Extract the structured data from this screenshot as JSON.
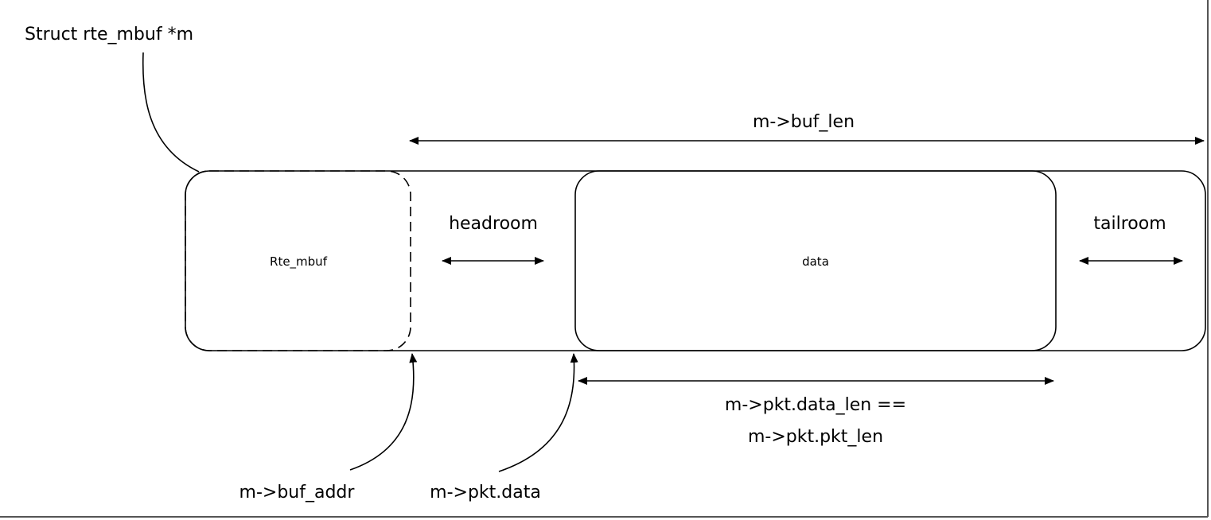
{
  "labels": {
    "struct_pointer": "Struct rte_mbuf *m",
    "buf_len": "m->buf_len",
    "rte_mbuf_box": "Rte_mbuf",
    "headroom": "headroom",
    "data_box": "data",
    "tailroom": "tailroom",
    "pkt_len_line1": "m->pkt.data_len ==",
    "pkt_len_line2": "m->pkt.pkt_len",
    "buf_addr": "m->buf_addr",
    "pkt_data": "m->pkt.data"
  }
}
